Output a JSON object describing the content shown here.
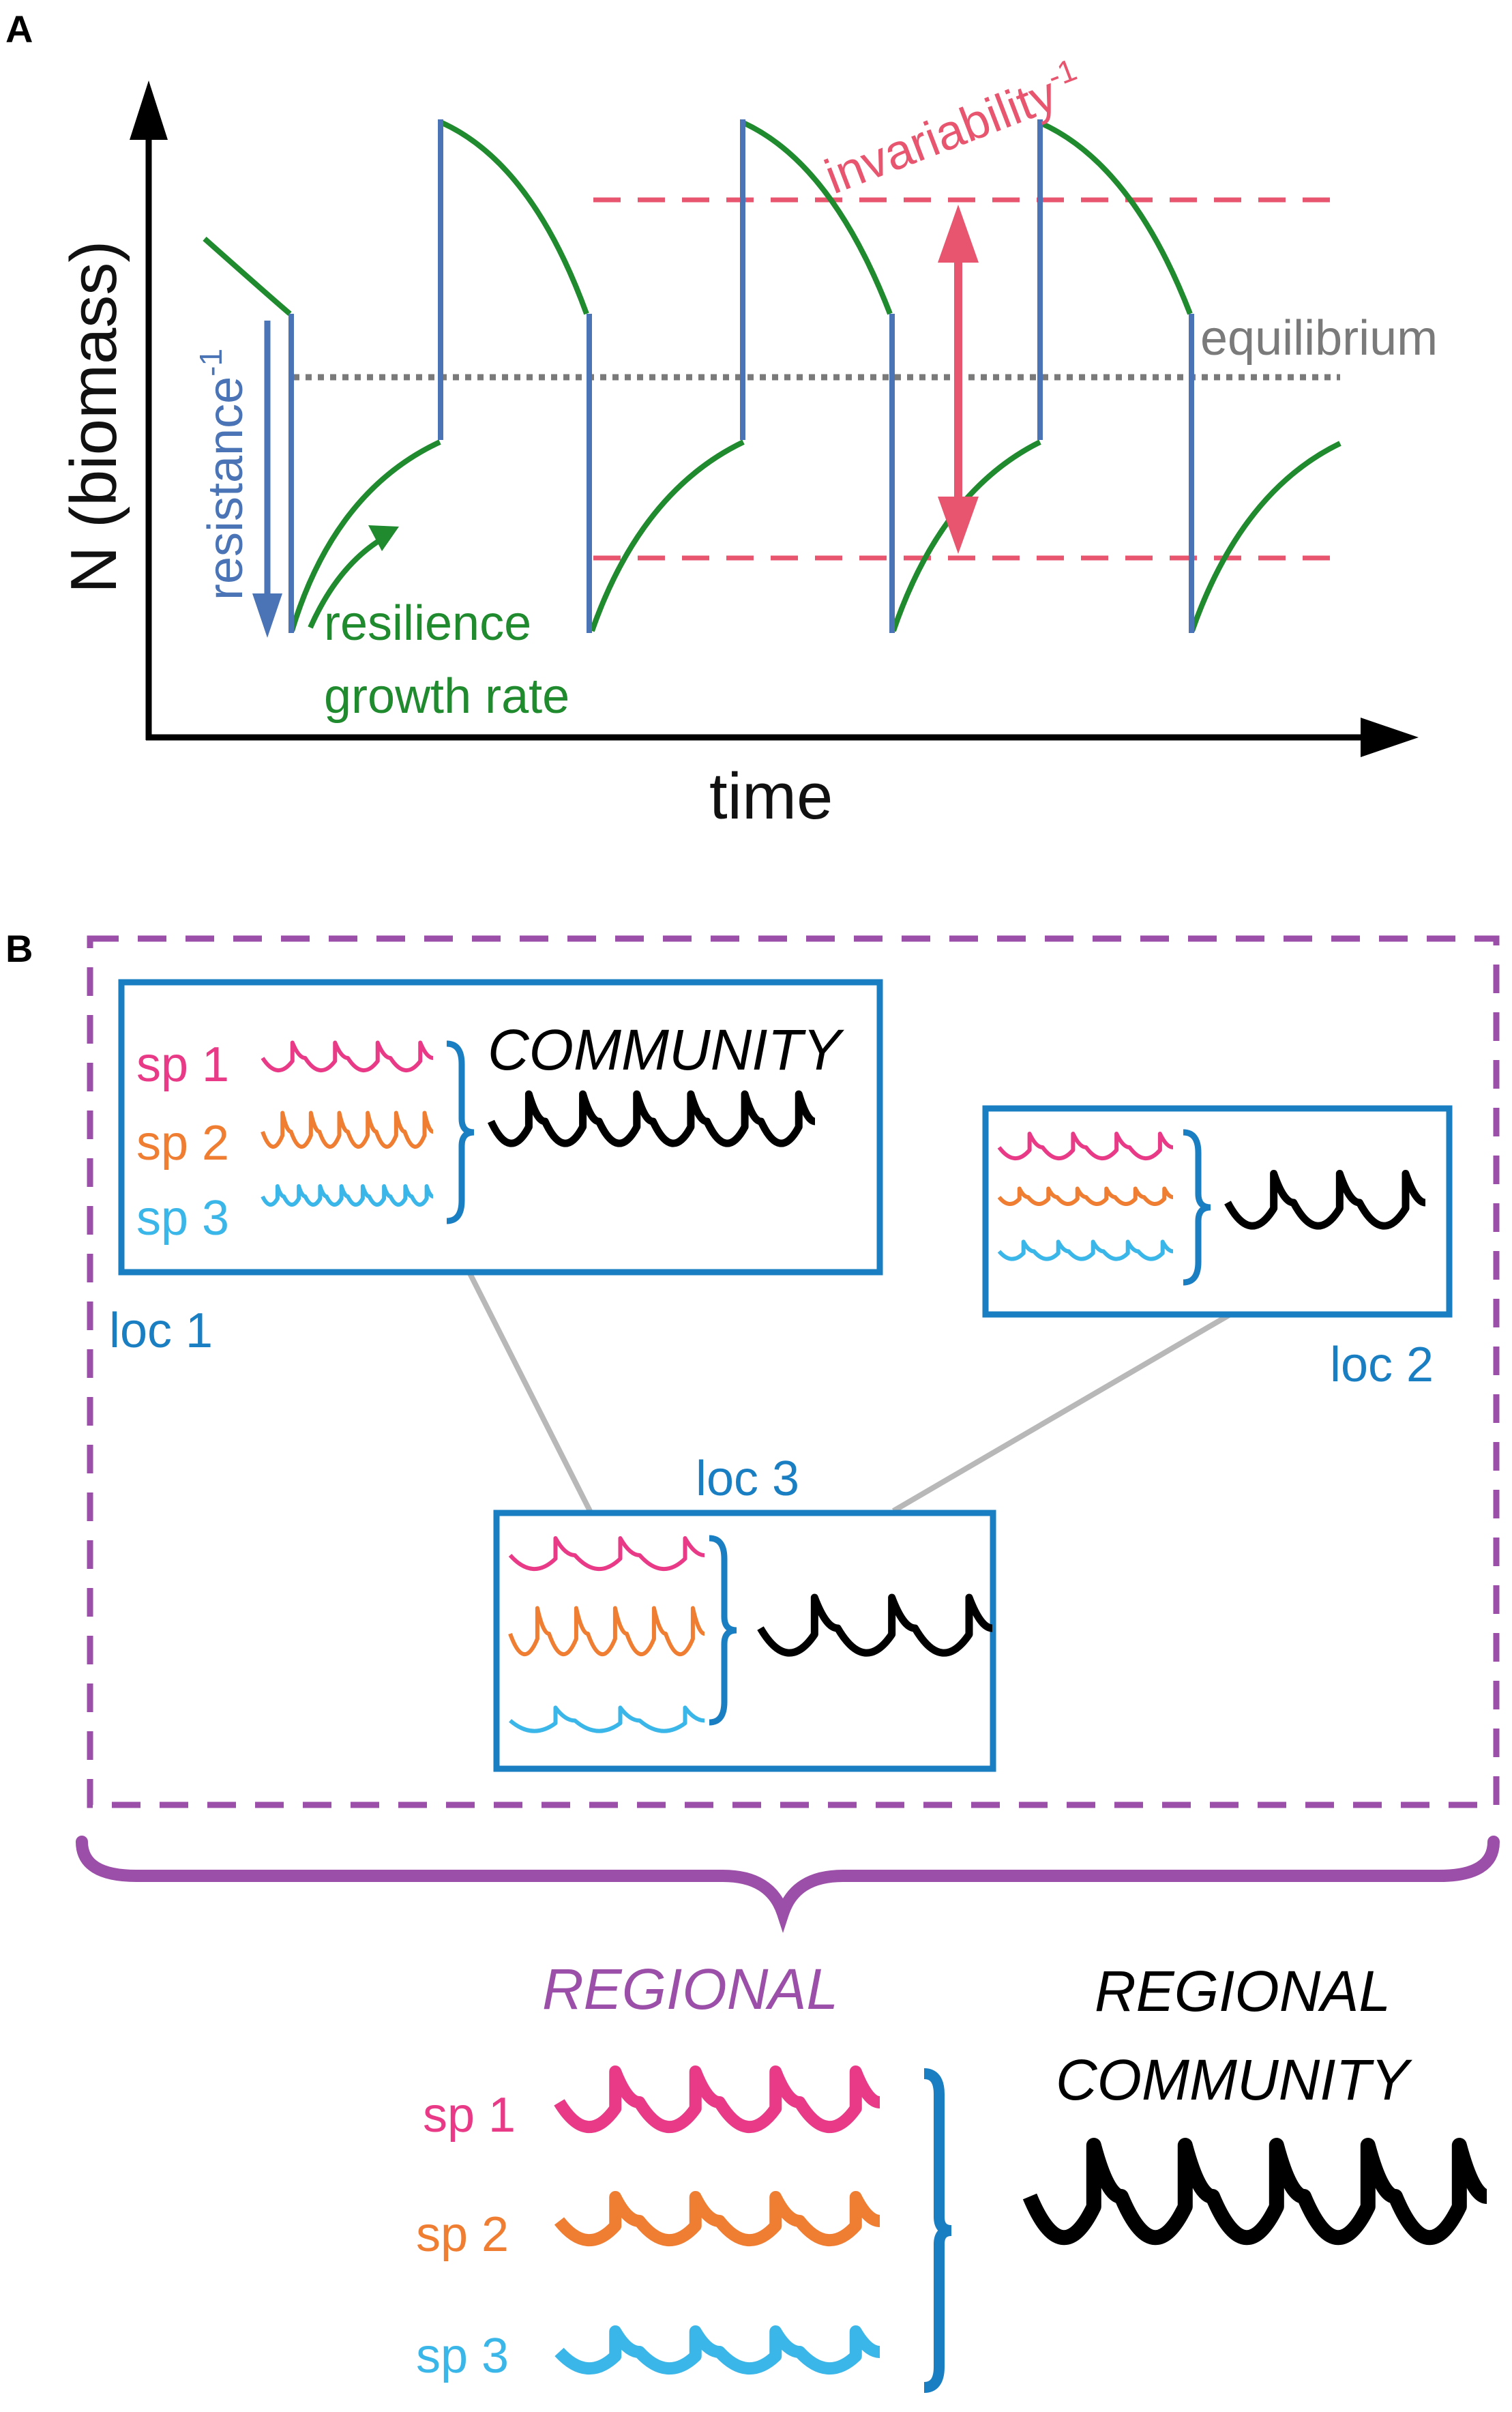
{
  "panel_a": {
    "letter": "A",
    "y_axis_label": "N (biomass)",
    "x_axis_label": "time",
    "resistance_label": "resistance",
    "resistance_exp": "-1",
    "resilience_label": "resilience",
    "growth_label": "growth rate",
    "equilibrium_label": "equilibrium",
    "invariability_label": "invariability",
    "invariability_exp": "-1"
  },
  "panel_b": {
    "letter": "B",
    "community_label": "COMMUNITY",
    "loc1_label": "loc 1",
    "loc2_label": "loc 2",
    "loc3_label": "loc 3",
    "sp1_label": "sp 1",
    "sp2_label": "sp 2",
    "sp3_label": "sp 3",
    "regional_label": "REGIONAL",
    "regional_community_line1": "REGIONAL",
    "regional_community_line2": "COMMUNITY",
    "regional_sp1": "sp 1",
    "regional_sp2": "sp 2",
    "regional_sp3": "sp 3"
  },
  "colors": {
    "green": "#1f8a2e",
    "blue": "#4a74b6",
    "pink": "#e8556f",
    "grey": "#7a7a7a",
    "purple": "#9b4fa8",
    "loc_blue": "#1a7ec2",
    "sp1": "#e83a86",
    "sp2": "#ef7d32",
    "sp3": "#3bb6e8",
    "black": "#000000"
  }
}
